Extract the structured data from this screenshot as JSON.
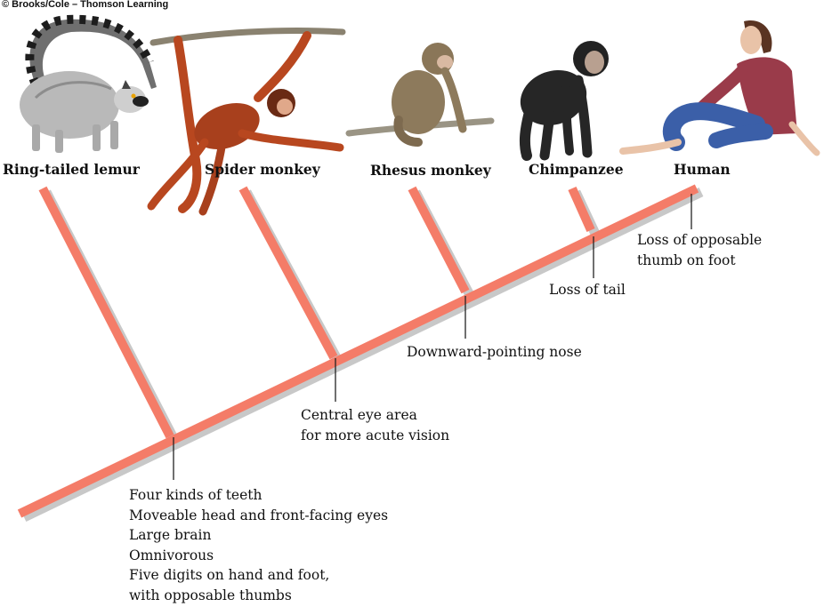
{
  "copyright": "© Brooks/Cole – Thomson Learning",
  "taxa": [
    {
      "id": "lemur",
      "label": "Ring-tailed lemur"
    },
    {
      "id": "spider",
      "label": "Spider monkey"
    },
    {
      "id": "rhesus",
      "label": "Rhesus monkey"
    },
    {
      "id": "chimp",
      "label": "Chimpanzee"
    },
    {
      "id": "human",
      "label": "Human"
    }
  ],
  "traits": {
    "primate": [
      "Four kinds of teeth",
      "Moveable head and front-facing eyes",
      "Large brain",
      "Omnivorous",
      "Five digits on hand and foot,",
      "with opposable thumbs"
    ],
    "eye": [
      "Central eye area",
      "for more acute vision"
    ],
    "nose": [
      "Downward-pointing nose"
    ],
    "tail": [
      "Loss of tail"
    ],
    "thumb": [
      "Loss of opposable",
      "thumb on foot"
    ]
  },
  "colors": {
    "branch": "#f47c68",
    "shadow": "#c8c8c8",
    "tick": "#222222"
  }
}
